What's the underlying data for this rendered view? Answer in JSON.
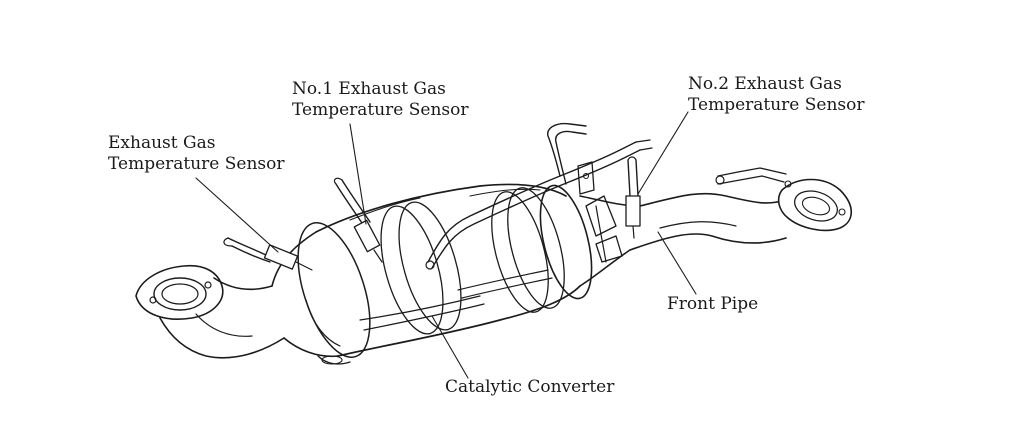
{
  "labels": {
    "exhaust_gas_sensor": {
      "line1": "Exhaust Gas",
      "line2": "Temperature Sensor"
    },
    "no1_sensor": {
      "line1": "No.1 Exhaust Gas",
      "line2": "Temperature Sensor"
    },
    "no2_sensor": {
      "line1": "No.2 Exhaust Gas",
      "line2": "Temperature Sensor"
    },
    "front_pipe": "Front Pipe",
    "catalytic_converter": "Catalytic Converter"
  },
  "colors": {
    "ink": "#1c1c1c",
    "background": "#ffffff"
  }
}
